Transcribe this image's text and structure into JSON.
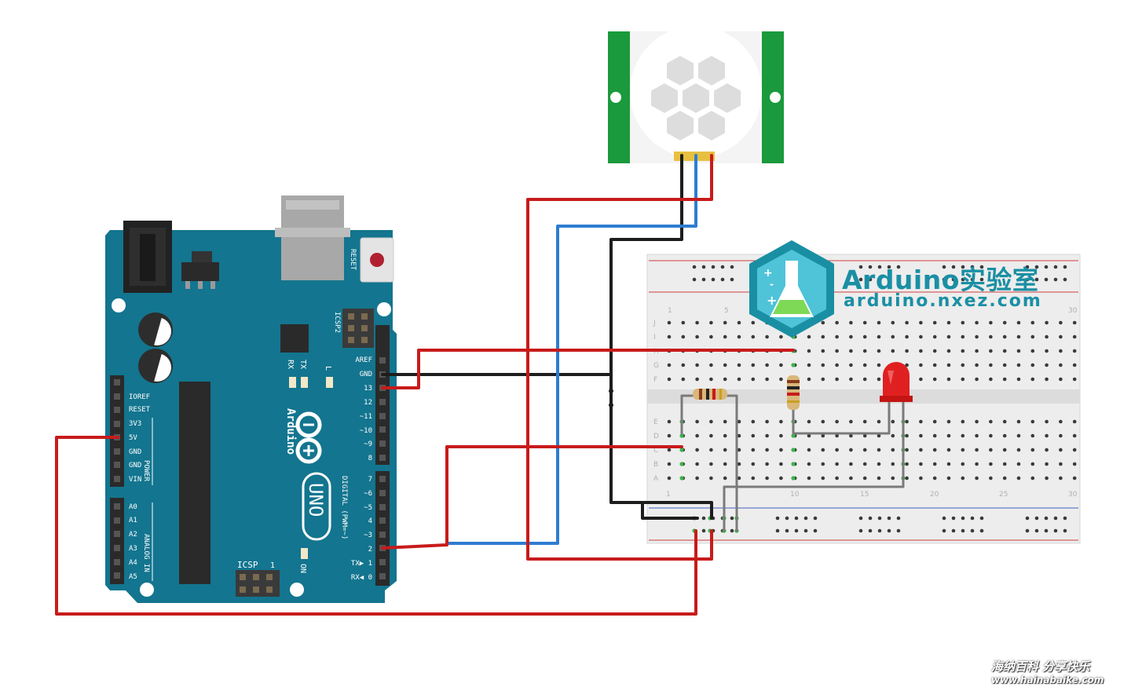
{
  "board": {
    "reset_label": "RESET",
    "icsp2_label": "ICSP2",
    "icsp_label": "ICSP",
    "icsp_pin_number": "1",
    "aref": "AREF",
    "gnd": "GND",
    "pin13": "13",
    "pin12": "12",
    "pin11": "~11",
    "pin10": "~10",
    "pin9": "~9",
    "pin8": "8",
    "pin7": "7",
    "pin6": "~6",
    "pin5": "~5",
    "pin4": "4",
    "pin3": "~3",
    "pin2": "2",
    "pin1": "TX▶ 1",
    "pin0": "RX◀ 0",
    "ioref": "IOREF",
    "reset_pin": "RESET",
    "v33": "3V3",
    "v5": "5V",
    "gnd1": "GND",
    "gnd2": "GND",
    "vin": "VIN",
    "a0": "A0",
    "a1": "A1",
    "a2": "A2",
    "a3": "A3",
    "a4": "A4",
    "a5": "A5",
    "power_label": "POWER",
    "analog_label": "ANALOG IN",
    "digital_label": "DIGITAL (PWM=~)",
    "tx_label": "TX",
    "rx_label": "RX",
    "l_label": "L",
    "on_label": "ON",
    "brand_name": "Arduino",
    "model": "UNO"
  },
  "breadboard": {
    "row_letters_top": [
      "J",
      "I",
      "H",
      "G",
      "F"
    ],
    "row_letters_bottom": [
      "E",
      "D",
      "C",
      "B",
      "A"
    ],
    "col_numbers": [
      "1",
      "5",
      "10",
      "15",
      "20",
      "25",
      "30"
    ]
  },
  "brand": {
    "title_latin": "Arduino",
    "title_cn": "实验室",
    "url": "arduino.nxez.com"
  },
  "watermark": {
    "line1": "海纳百科 分享快乐",
    "line2": "www.hainabaike.com"
  },
  "colors": {
    "board": "#13758f",
    "wire_red": "#c81b1b",
    "wire_blue": "#2e7dd1",
    "wire_black": "#1d1d1d",
    "wire_gray": "#7a7a7a",
    "pir_green": "#1a9a3c",
    "led_red": "#e02020",
    "brand_teal": "#1a8fa4"
  }
}
